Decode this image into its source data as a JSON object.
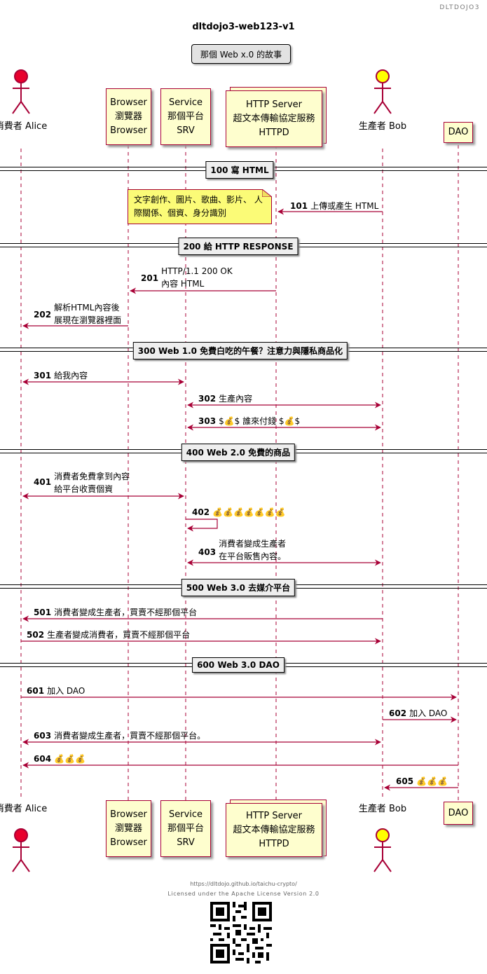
{
  "corner_tag": "DLTDOJO3",
  "title": "dltdojo3-web123-v1",
  "subtitle": "那個 Web x.0 的故事",
  "participants": {
    "alice": {
      "line1": "消費者",
      "line2": "Alice"
    },
    "browser": {
      "line1": "Browser",
      "line2": "瀏覽器",
      "line3": "Browser"
    },
    "srv": {
      "line1": "Service",
      "line2": "那個平台",
      "line3": "SRV"
    },
    "httpd": {
      "line1": "HTTP Server",
      "line2": "超文本傳輸協定服務",
      "line3": "HTTPD"
    },
    "bob": {
      "line1": "生產者",
      "line2": "Bob"
    },
    "dao": {
      "line1": "DAO"
    }
  },
  "dividers": {
    "d100": "100 寫 HTML",
    "d200": "200 給 HTTP RESPONSE",
    "d300": "300 Web 1.0 免費白吃的午餐？注意力與隱私商品化",
    "d400": "400 Web 2.0 免費的商品",
    "d500": "500 Web 3.0 去媒介平台",
    "d600": "600 Web 3.0 DAO"
  },
  "note": {
    "line1": "文字創作、圖片、歌曲、影片、",
    "line2": "人際關係、個資、身分識別"
  },
  "messages": {
    "m101": {
      "num": "101",
      "text": "上傳或產生 HTML"
    },
    "m201": {
      "num": "201",
      "line1": "HTTP/1.1 200 OK",
      "line2": "內容 HTML"
    },
    "m202": {
      "num": "202",
      "line1": "解析HTML內容後",
      "line2": "展現在瀏覽器裡面"
    },
    "m301": {
      "num": "301",
      "text": "給我內容"
    },
    "m302": {
      "num": "302",
      "text": "生產內容"
    },
    "m303": {
      "num": "303",
      "text": "$💰$ 誰來付錢 $💰$"
    },
    "m401": {
      "num": "401",
      "line1": "消費者免費拿到內容",
      "line2": "給平台收賣個資"
    },
    "m402": {
      "num": "402",
      "text": "💰💰💰💰💰💰💰"
    },
    "m403": {
      "num": "403",
      "line1": "消費者變成生產者",
      "line2": "在平台販售內容。"
    },
    "m501": {
      "num": "501",
      "text": "消費者變成生產者，買賣不經那個平台"
    },
    "m502": {
      "num": "502",
      "text": "生產者變成消費者，買賣不經那個平台"
    },
    "m601": {
      "num": "601",
      "text": "加入 DAO"
    },
    "m602": {
      "num": "602",
      "text": "加入 DAO"
    },
    "m603": {
      "num": "603",
      "text": "消費者變成生產者，買賣不經那個平台。"
    },
    "m604": {
      "num": "604",
      "text": "💰💰💰"
    },
    "m605": {
      "num": "605",
      "text": "💰💰💰"
    }
  },
  "footer": {
    "url": "https://dltdojo.github.io/taichu-crypto/",
    "license": "Licensed under the Apache License Version 2.0"
  },
  "colors": {
    "arrow": "#a80036",
    "participant_fill": "#fefece",
    "actor_alice": "#e8002d",
    "actor_bob": "#ffff00",
    "note_fill": "#fbfb77"
  }
}
